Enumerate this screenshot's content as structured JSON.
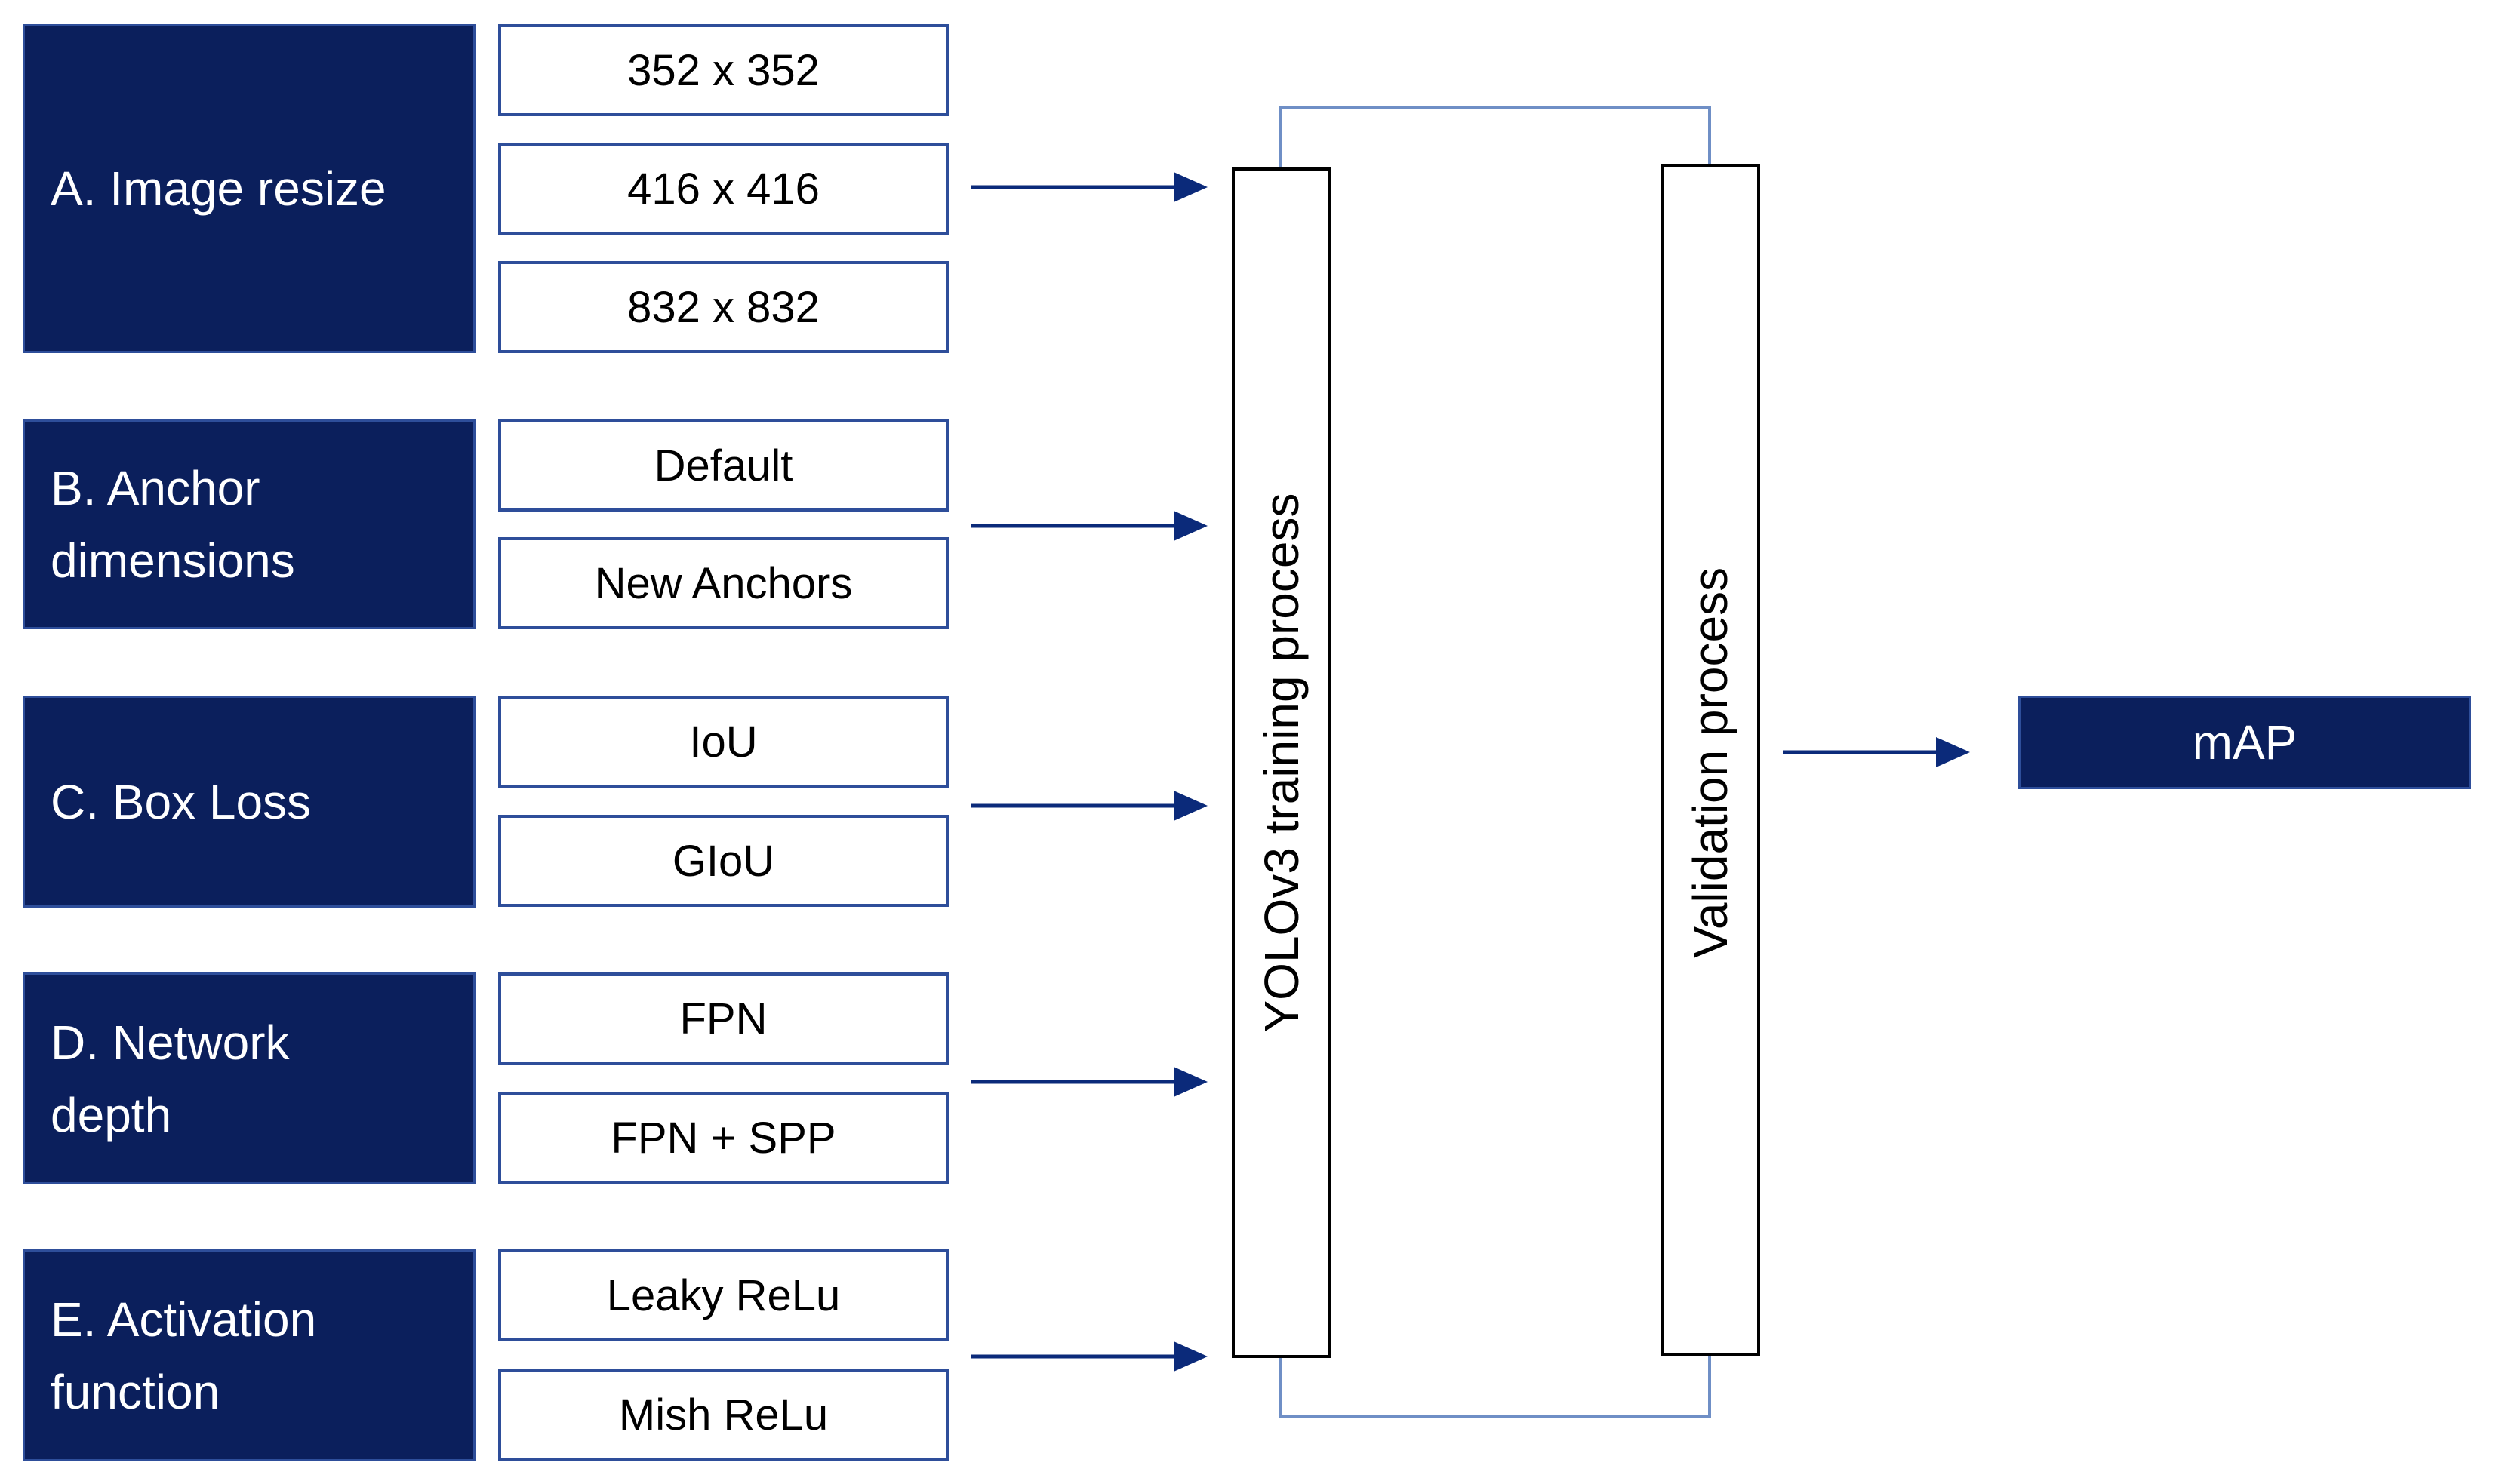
{
  "categories": [
    {
      "label": "A. Image resize",
      "options": [
        "352 x 352",
        "416 x 416",
        "832 x 832"
      ]
    },
    {
      "label": "B. Anchor dimensions",
      "options": [
        "Default",
        "New Anchors"
      ]
    },
    {
      "label": "C. Box Loss",
      "options": [
        "IoU",
        "GIoU"
      ]
    },
    {
      "label": "D. Network depth",
      "options": [
        "FPN",
        "FPN + SPP"
      ]
    },
    {
      "label": "E. Activation function",
      "options": [
        "Leaky ReLu",
        "Mish ReLu"
      ]
    }
  ],
  "training": {
    "label": "YOLOv3 training process"
  },
  "validation": {
    "label": "Validation process"
  },
  "output": {
    "label": "mAP"
  },
  "colors": {
    "navy": "#0b1f5c",
    "border_blue": "#2e4e9a",
    "arrow": "#0b2a7a",
    "loop_line": "#6f8fc6"
  }
}
